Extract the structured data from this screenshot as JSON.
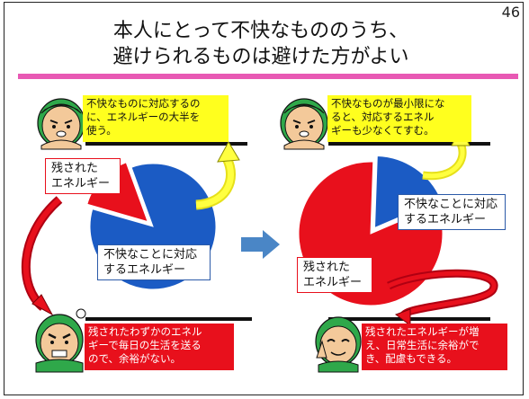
{
  "page_number": "46",
  "title": {
    "line1": "本人にとって不快なもののうち、",
    "line2": "避けられるものは避けた方がよい"
  },
  "left": {
    "note_top": [
      "不快なものに対応するの",
      "に、エネルギーの大半を",
      "使う。"
    ],
    "label_remaining": [
      "残された",
      "エネルギー"
    ],
    "label_unpleasant": [
      "不快なことに対応",
      "するエネルギー"
    ],
    "note_bottom": [
      "残されたわずかのエネル",
      "ギーで毎日の生活を送る",
      "ので、余裕がない。"
    ],
    "chart_data": {
      "type": "pie",
      "categories": [
        "不快なことに対応するエネルギー",
        "残されたエネルギー"
      ],
      "values": [
        85,
        15
      ],
      "colors": [
        "#1b5bc4",
        "#e8101c"
      ]
    }
  },
  "right": {
    "note_top": [
      "不快なものが最小限にな",
      "ると、対応するエネル",
      "ギーも少なくてすむ。"
    ],
    "label_unpleasant": [
      "不快なことに対応",
      "するエネルギー"
    ],
    "label_remaining": [
      "残された",
      "エネルギー"
    ],
    "note_bottom": [
      "残されたエネルギーが増",
      "え、日常生活に余裕がで",
      "き、配慮もできる。"
    ],
    "chart_data": {
      "type": "pie",
      "categories": [
        "不快なことに対応するエネルギー",
        "残されたエネルギー"
      ],
      "values": [
        18,
        82
      ],
      "colors": [
        "#1b5bc4",
        "#e8101c"
      ]
    }
  },
  "colors": {
    "accent_pink": "#e859b4",
    "pie_blue": "#1b5bc4",
    "pie_red": "#e8101c",
    "note_yellow": "#ffff1e",
    "arrow_blue": "#4a86c6"
  },
  "icons": [
    "worried-character-icon",
    "angry-character-icon",
    "relieved-character-icon",
    "curved-arrow-icon",
    "right-arrow-icon"
  ]
}
